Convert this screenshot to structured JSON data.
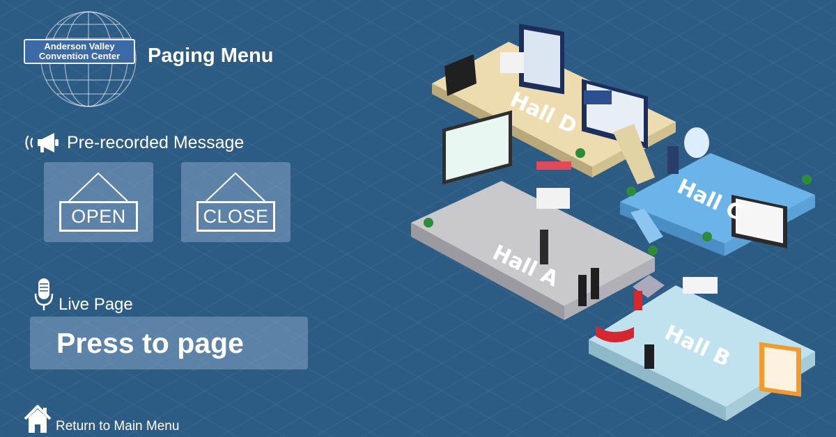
{
  "logo": {
    "line1": "Anderson Valley",
    "line2": "Convention Center",
    "icon": "globe-icon"
  },
  "page_title": "Paging Menu",
  "prerecorded": {
    "label": "Pre-recorded Message",
    "icon": "megaphone-icon",
    "open_label": "OPEN",
    "close_label": "CLOSE"
  },
  "live": {
    "label": "Live Page",
    "icon": "microphone-icon",
    "button_label": "Press to page"
  },
  "return": {
    "label": "Return to Main Menu",
    "icon": "home-icon"
  },
  "map": {
    "halls": [
      {
        "name": "Hall D",
        "color": "#ecdcb0"
      },
      {
        "name": "Hall C",
        "color": "#6ab4ea"
      },
      {
        "name": "Hall A",
        "color": "#c9c9cc"
      },
      {
        "name": "Hall B",
        "color": "#bfe2ee"
      }
    ]
  },
  "colors": {
    "background": "#2c5b84",
    "panel": "#7c9ebf",
    "logo_blue": "#3b6aa6"
  }
}
